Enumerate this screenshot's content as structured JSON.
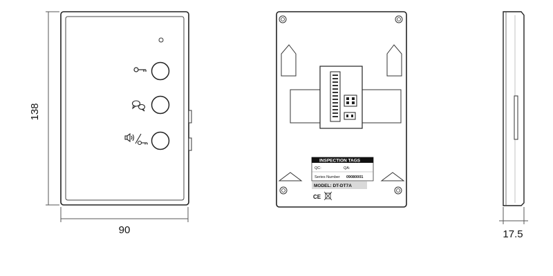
{
  "dimensions": {
    "height": "138",
    "width": "90",
    "depth": "17.5"
  },
  "front_view": {
    "icons": [
      "key-icon",
      "chat-icon",
      "speaker-key-icon"
    ]
  },
  "back_view": {
    "tag_title": "INSPECTION TAGS",
    "qc_label": "QC:",
    "qa_label": "QA:",
    "series_label": "Series Number",
    "series_value": "09080001",
    "model_label": "MODEL: DT-DT7A",
    "ce_mark": "CE"
  }
}
